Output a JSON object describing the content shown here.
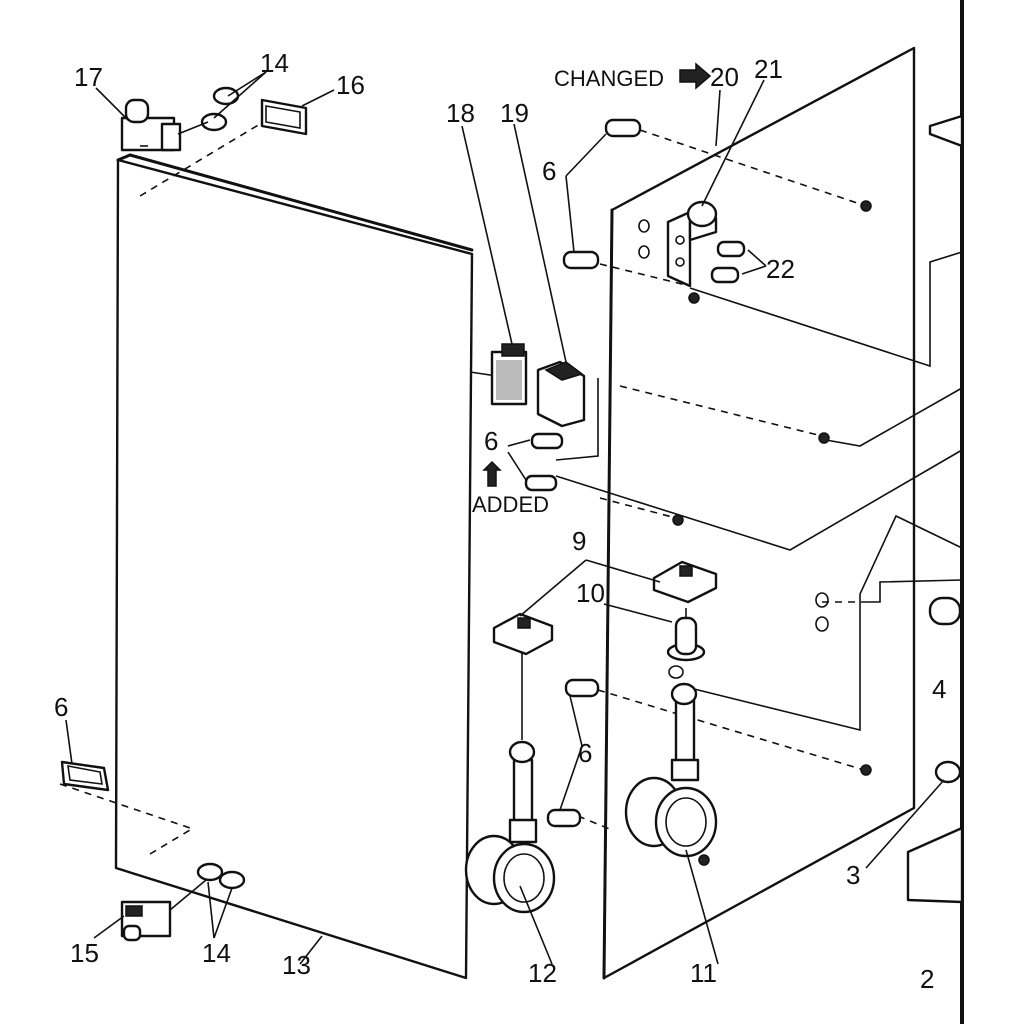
{
  "callouts": {
    "p2": "2",
    "p3": "3",
    "p4": "4",
    "p6_top": "6",
    "p6_mid": "6",
    "p6_left": "6",
    "p6_low": "6",
    "p9": "9",
    "p10": "10",
    "p11": "11",
    "p12": "12",
    "p13": "13",
    "p14_top": "14",
    "p14_bottom": "14",
    "p15": "15",
    "p16": "16",
    "p17": "17",
    "p18": "18",
    "p19": "19",
    "p21": "21",
    "p22": "22"
  },
  "notes": {
    "changed": "CHANGED",
    "changed_part": "20",
    "added": "ADDED"
  }
}
